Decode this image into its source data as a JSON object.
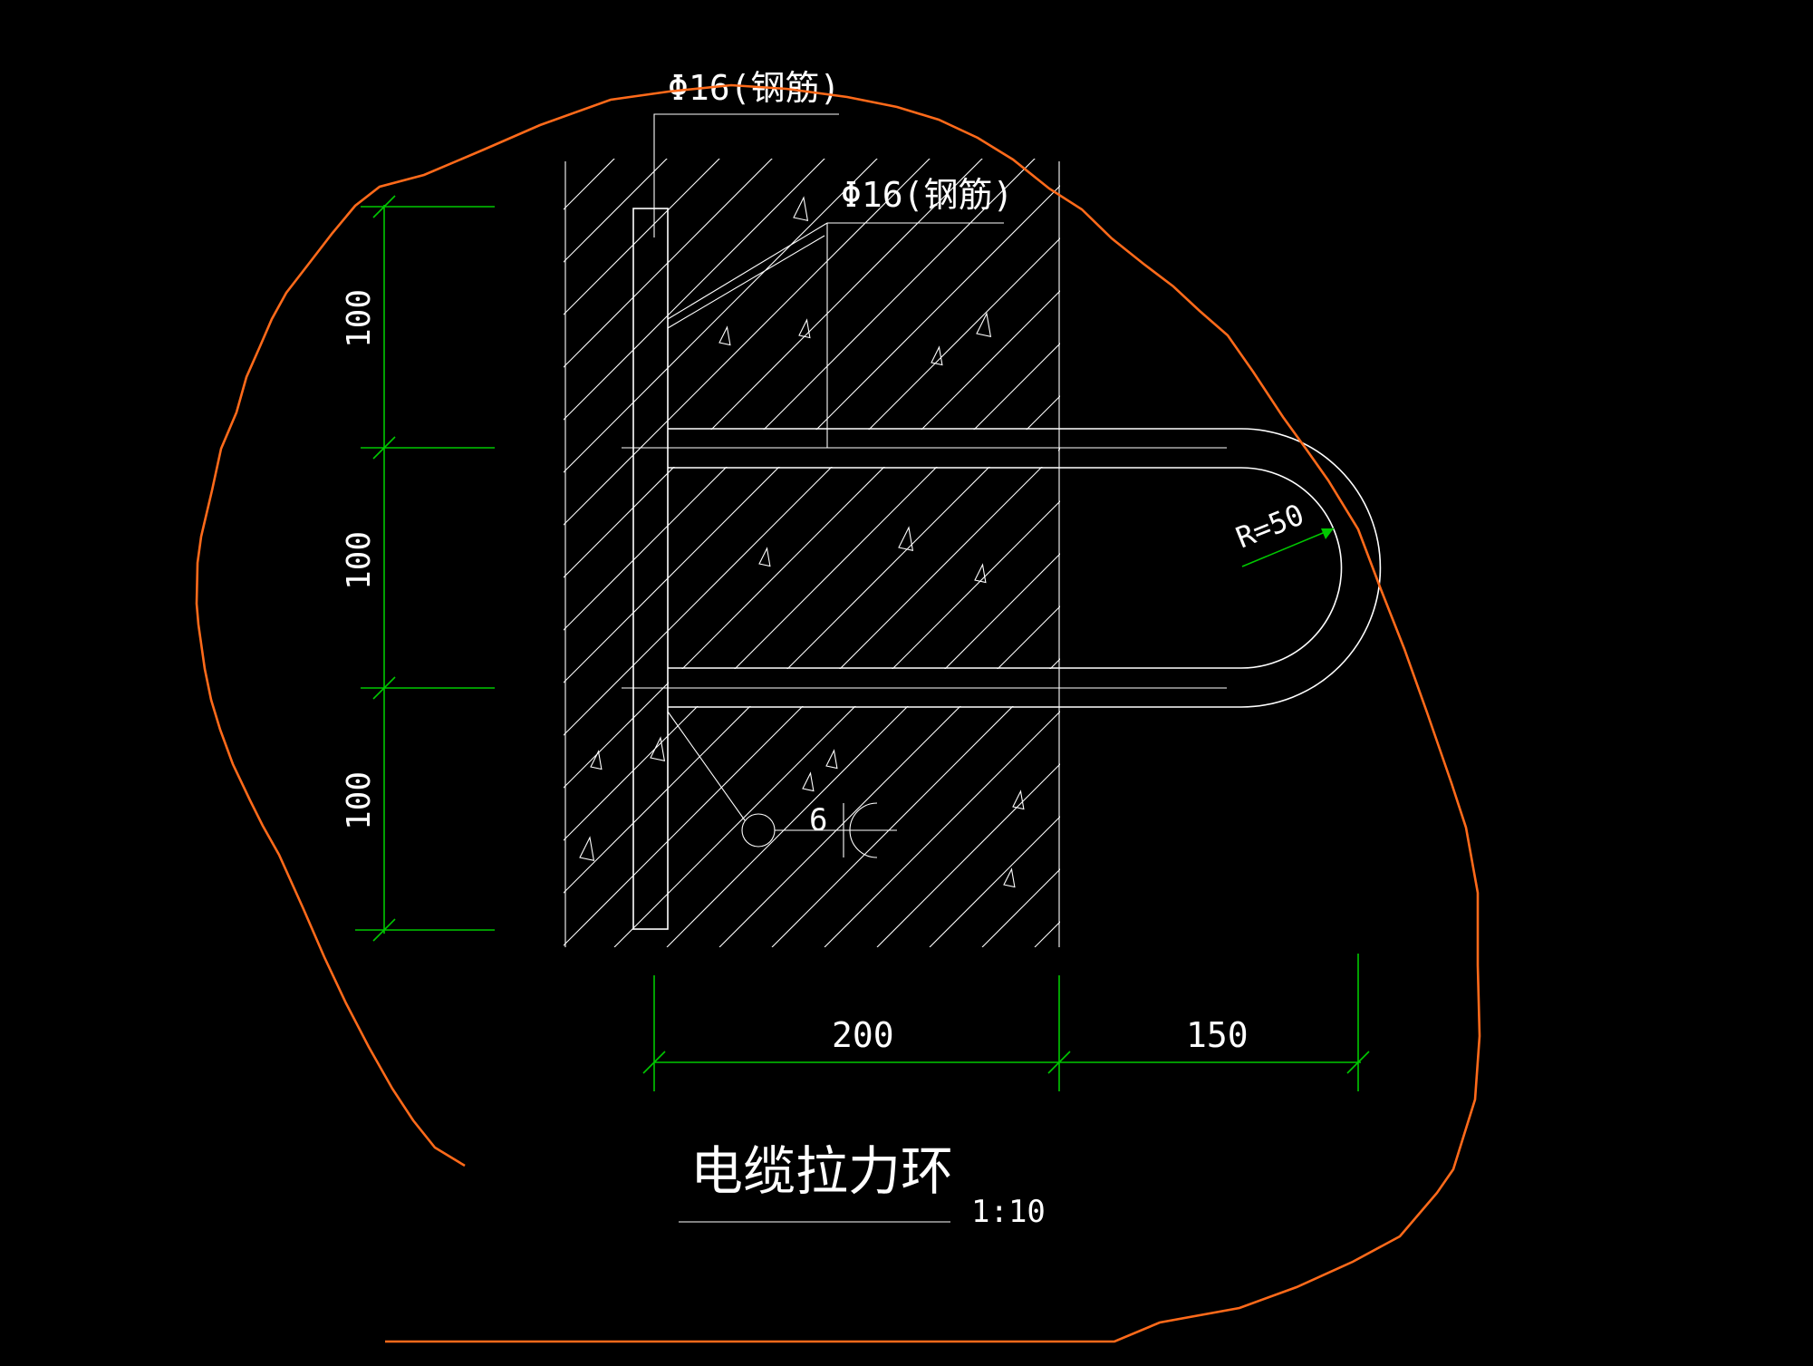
{
  "drawing": {
    "background": "#000000",
    "colors": {
      "line": "#ffffff",
      "dimension": "#00c800",
      "cloud": "#ff6a1a"
    },
    "title": "电缆拉力环",
    "scale": "1:10",
    "rebar_label_top": "Φ16(钢筋)",
    "rebar_label_inner": "Φ16(钢筋)",
    "radius_label": "R=50",
    "weld_symbol": "6",
    "dimensions": {
      "vertical": [
        "100",
        "100",
        "100"
      ],
      "horizontal": [
        "200",
        "150"
      ]
    }
  }
}
